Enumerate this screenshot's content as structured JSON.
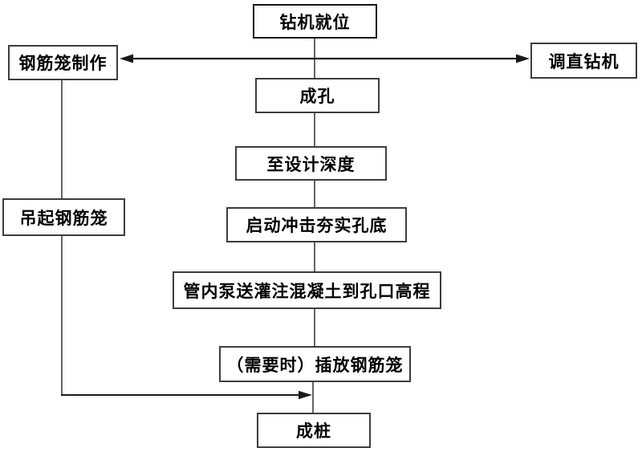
{
  "diagram": {
    "type": "flowchart",
    "background": "#ffffff",
    "colors": {
      "box_border": "#3d3d3d",
      "box_border_heavy": "#141414",
      "connector_line": "#4a4a4a",
      "arrow_line": "#1a1a1a",
      "text": "#000000"
    },
    "nodes": {
      "drill_in_place": {
        "label": "钻机就位"
      },
      "rebar_fabrication": {
        "label": "钢筋笼制作"
      },
      "straighten_drill": {
        "label": "调直钻机"
      },
      "hole_forming": {
        "label": "成孔"
      },
      "to_design_depth": {
        "label": "至设计深度"
      },
      "impact_compaction": {
        "label": "启动冲击夯实孔底"
      },
      "pump_concrete": {
        "label": "管内泵送灌注混凝土到孔口高程"
      },
      "insert_rebar_cage": {
        "label": "（需要时）插放钢筋笼"
      },
      "lift_rebar_cage": {
        "label": "吊起钢筋笼"
      },
      "pile_formed": {
        "label": "成桩"
      }
    },
    "edges": [
      {
        "from": "rebar_fabrication",
        "to": "straighten_drill",
        "arrow": "both"
      },
      {
        "from": "drill_in_place",
        "to": "hole_forming",
        "arrow": "none"
      },
      {
        "from": "hole_forming",
        "to": "to_design_depth",
        "arrow": "none"
      },
      {
        "from": "to_design_depth",
        "to": "impact_compaction",
        "arrow": "none"
      },
      {
        "from": "impact_compaction",
        "to": "pump_concrete",
        "arrow": "none"
      },
      {
        "from": "pump_concrete",
        "to": "insert_rebar_cage",
        "arrow": "none"
      },
      {
        "from": "insert_rebar_cage",
        "to": "pile_formed",
        "arrow": "none"
      },
      {
        "from": "rebar_fabrication",
        "to": "lift_rebar_cage",
        "arrow": "none"
      },
      {
        "from": "lift_rebar_cage",
        "to": "pile_formed",
        "arrow": "end"
      }
    ]
  }
}
